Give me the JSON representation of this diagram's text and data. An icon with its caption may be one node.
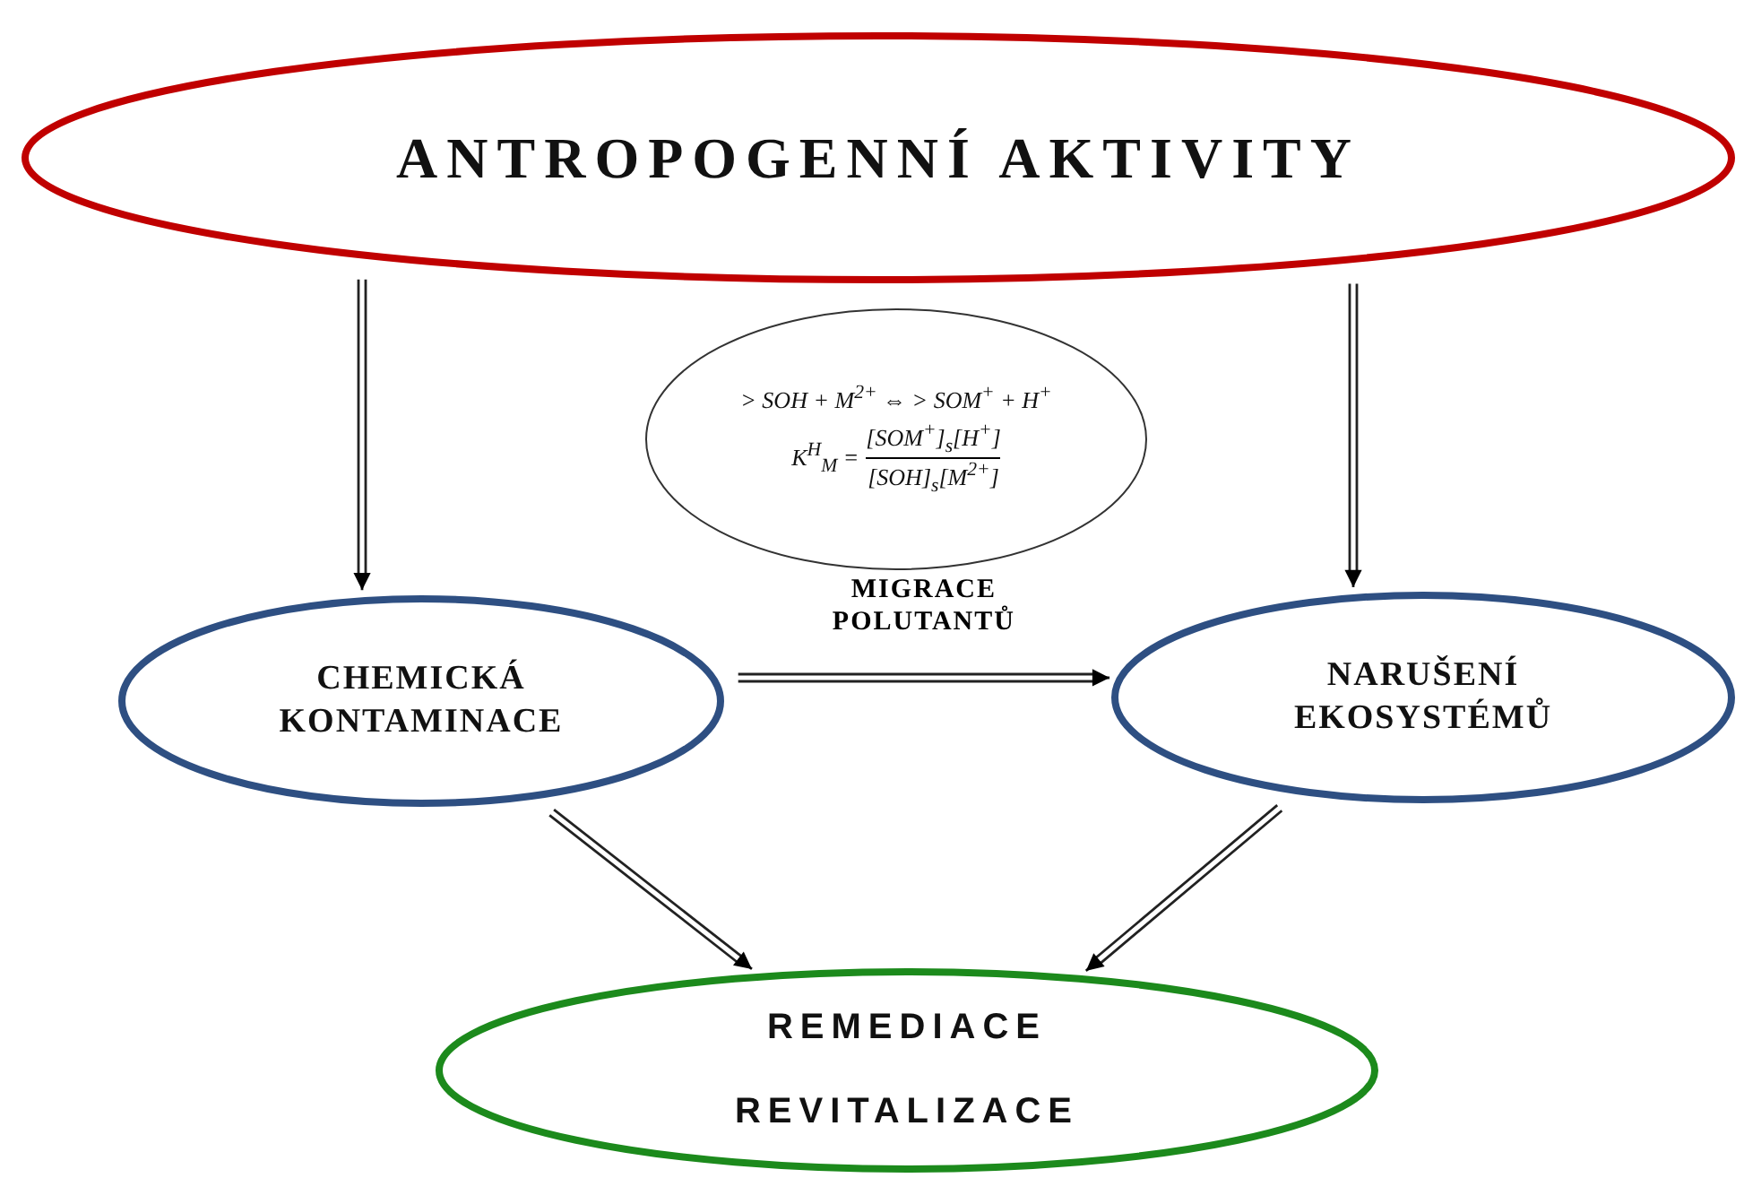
{
  "diagram": {
    "nodes": [
      {
        "text": [
          "ANTROPOGENNÍ AKTIVITY"
        ]
      },
      {
        "text": [
          "> SOH + M$^{2+}$ ⇔ > SOM$^{+}$ + H$^{+}$",
          "K$^{H}$$_{M}$ =",
          "[SOM$^{+}$]$_{s}$[H$^{+}$]",
          "[SOH]$_{s}$[M$^{2+}$]"
        ]
      },
      {
        "text": [
          "CHEMICKÁ KONTAMINACE"
        ]
      },
      {
        "text": [
          "NARUŠENÍ EKOSYSTÉMŮ"
        ]
      },
      {
        "text": [
          "REMEDIACE",
          "REVITALIZACE"
        ]
      }
    ],
    "edges": [
      {
        "from": 0,
        "to": 2,
        "arrow": "to"
      },
      {
        "from": 0,
        "to": 3,
        "arrow": "to"
      },
      {
        "from": 2,
        "to": 3,
        "arrow": "to",
        "label": "MIGRACE POLUTANTŮ"
      },
      {
        "from": 2,
        "to": 4,
        "arrow": "to"
      },
      {
        "from": 3,
        "to": 4,
        "arrow": "to"
      }
    ]
  }
}
